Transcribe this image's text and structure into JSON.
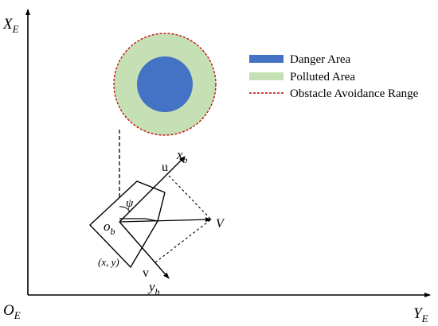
{
  "axes": {
    "x_axis_symbol": "X",
    "x_axis_sub": "E",
    "y_axis_symbol": "Y",
    "y_axis_sub": "E",
    "origin_symbol": "O",
    "origin_sub": "E"
  },
  "legend": {
    "items": [
      {
        "label": "Danger Area",
        "color": "#4472C4",
        "kind": "fill"
      },
      {
        "label": "Polluted Area",
        "color": "#C5E0B4",
        "kind": "fill"
      },
      {
        "label": "Obstacle Avoidance Range",
        "color": "#C00000",
        "kind": "dashed-line"
      }
    ]
  },
  "vessel": {
    "body_axis_x_symbol": "x",
    "body_axis_x_sub": "b",
    "body_axis_y_symbol": "y",
    "body_axis_y_sub": "b",
    "body_origin_symbol": "o",
    "body_origin_sub": "b",
    "heading_symbol": "ψ",
    "surge_label": "u",
    "sway_label": "v",
    "velocity_label": "V",
    "position_label": "(x, y)"
  },
  "colors": {
    "danger": "#4472C4",
    "polluted": "#C5E0B4",
    "avoidance": "#C00000",
    "ink": "#000000"
  }
}
